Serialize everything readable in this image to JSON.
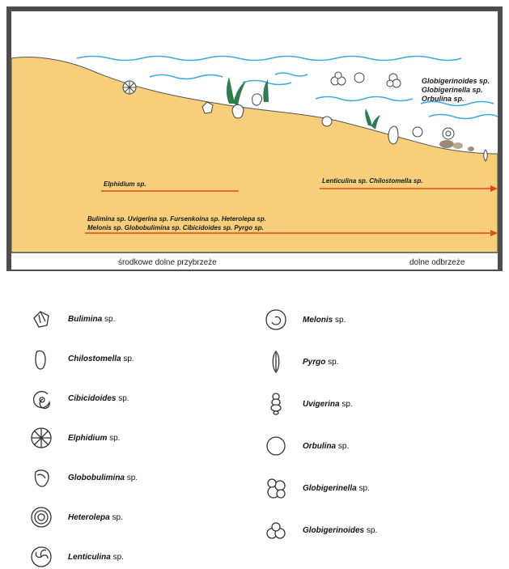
{
  "diagram": {
    "plankton_labels": [
      "Globigerinoides sp.",
      "Globigerinella sp.",
      "Orbulina sp."
    ],
    "range_labels": {
      "elphidium": "Elphidium sp.",
      "lenticulina_chilostomella": "Lenticulina sp.  Chilostomella sp.",
      "wide_line1": "Bulimina sp.   Uvigerina sp.   Fursenkoina sp.   Heterolepa sp.",
      "wide_line2": "Melonis sp.  Globobulimina sp.  Cibicidoides sp.  Pyrgo sp."
    },
    "zones": {
      "middle": "środkowe dolne przybrzeże",
      "lower": "dolne odbrzeże"
    },
    "colors": {
      "sediment": "#f7cf7a",
      "water_line": "#3fa9e0",
      "range_arrow": "#e0481b",
      "frame": "#4d4d4d",
      "seagrass": "#2e7d4f"
    }
  },
  "legend": {
    "left": [
      {
        "icon": "bulimina-icon",
        "genus": "Bulimina",
        "suffix": " sp."
      },
      {
        "icon": "chilostomella-icon",
        "genus": "Chilostomella",
        "suffix": " sp."
      },
      {
        "icon": "cibicidoides-icon",
        "genus": "Cibicidoides",
        "suffix": " sp."
      },
      {
        "icon": "elphidium-icon",
        "genus": "Elphidium",
        "suffix": " sp."
      },
      {
        "icon": "globobulimina-icon",
        "genus": "Globobulimina",
        "suffix": " sp."
      },
      {
        "icon": "heterolepa-icon",
        "genus": "Heterolepa",
        "suffix": " sp."
      },
      {
        "icon": "lenticulina-icon",
        "genus": "Lenticulina",
        "suffix": " sp."
      }
    ],
    "right": [
      {
        "icon": "melonis-icon",
        "genus": "Melonis",
        "suffix": " sp."
      },
      {
        "icon": "pyrgo-icon",
        "genus": "Pyrgo",
        "suffix": " sp."
      },
      {
        "icon": "uvigerina-icon",
        "genus": "Uvigerina",
        "suffix": " sp."
      },
      {
        "icon": "orbulina-icon",
        "genus": "Orbulina",
        "suffix": " sp."
      },
      {
        "icon": "globigerinella-icon",
        "genus": "Globigerinella",
        "suffix": " sp."
      },
      {
        "icon": "globigerinoides-icon",
        "genus": "Globigerinoides",
        "suffix": " sp."
      }
    ]
  }
}
